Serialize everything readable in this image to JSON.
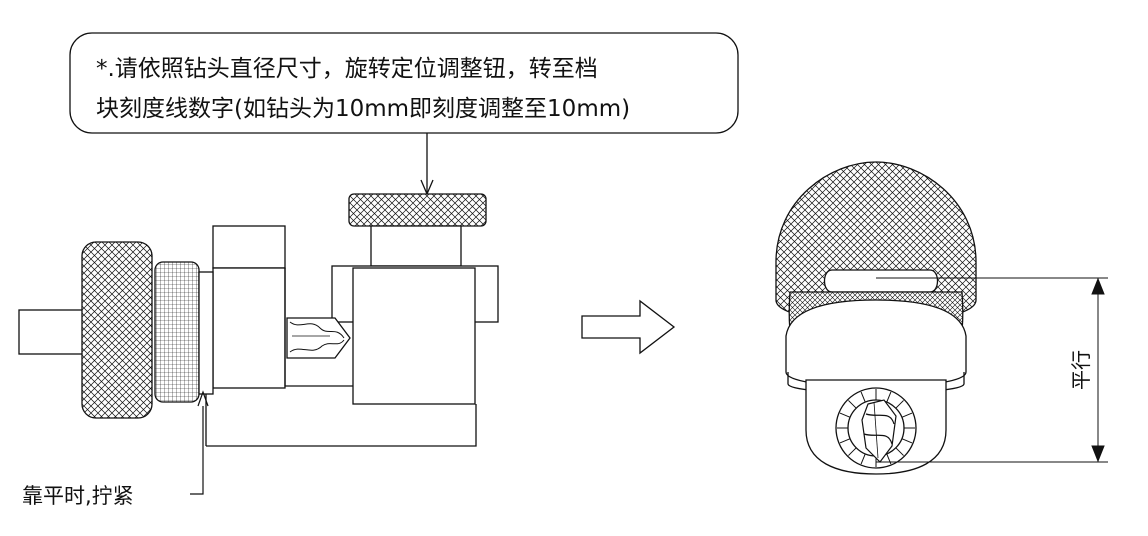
{
  "callout": {
    "line1": "*.请依照钻头直径尺寸，旋转定位调整钮，转至档",
    "line2": "块刻度线数字(如钻头为10mm即刻度调整至10mm)"
  },
  "labels": {
    "tighten": "靠平时,拧紧",
    "parallel": "平行"
  },
  "colors": {
    "line": "#111111",
    "background": "#ffffff"
  }
}
